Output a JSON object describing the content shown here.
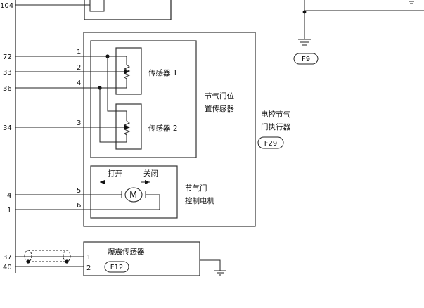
{
  "left_pins": [
    "104",
    "72",
    "33",
    "36",
    "34",
    "4",
    "1",
    "37",
    "40"
  ],
  "actuator": {
    "name_line1": "电控节气",
    "name_line2": "门执行器",
    "code": "F29",
    "pins": [
      "1",
      "2",
      "4",
      "3",
      "5",
      "6"
    ]
  },
  "throttle_position_sensor": {
    "label_line1": "节气门位",
    "label_line2": "置传感器",
    "sensor1": "传感器 1",
    "sensor2": "传感器 2"
  },
  "throttle_motor": {
    "label_line1": "节气门",
    "label_line2": "控制电机",
    "open_label": "打开",
    "close_label": "关闭",
    "symbol": "M"
  },
  "knock_sensor": {
    "label": "爆震传感器",
    "code": "F12",
    "pins": [
      "1",
      "2"
    ]
  },
  "ground": {
    "code": "F9"
  }
}
